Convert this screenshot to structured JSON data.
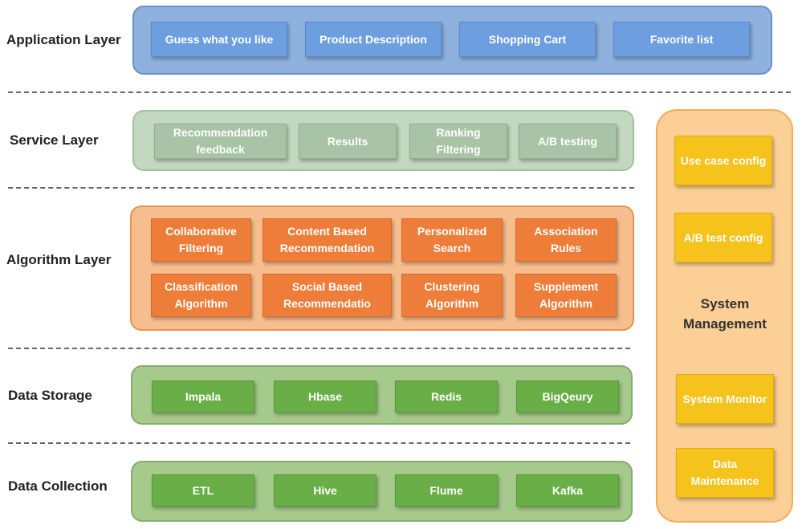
{
  "layers": {
    "application": {
      "label": "Application Layer",
      "items": [
        "Guess what you like",
        "Product Description",
        "Shopping Cart",
        "Favorite list"
      ]
    },
    "service": {
      "label": "Service Layer",
      "items": [
        "Recommendation feedback",
        "Results",
        "Ranking Filtering",
        "A/B testing"
      ]
    },
    "algorithm": {
      "label": "Algorithm Layer",
      "items": [
        "Collaborative Filtering",
        "Content Based Recommendation",
        "Personalized Search",
        "Association Rules",
        "Classification Algorithm",
        "Social Based Recommendatio",
        "Clustering Algorithm",
        "Supplement Algorithm"
      ]
    },
    "storage": {
      "label": "Data Storage",
      "items": [
        "Impala",
        "Hbase",
        "Redis",
        "BigQeury"
      ]
    },
    "collection": {
      "label": "Data Collection",
      "items": [
        "ETL",
        "Hive",
        "Flume",
        "Kafka"
      ]
    }
  },
  "system_management": {
    "title": "System Management",
    "items": [
      "Use case config",
      "A/B test config",
      "System Monitor",
      "Data Maintenance"
    ]
  }
}
